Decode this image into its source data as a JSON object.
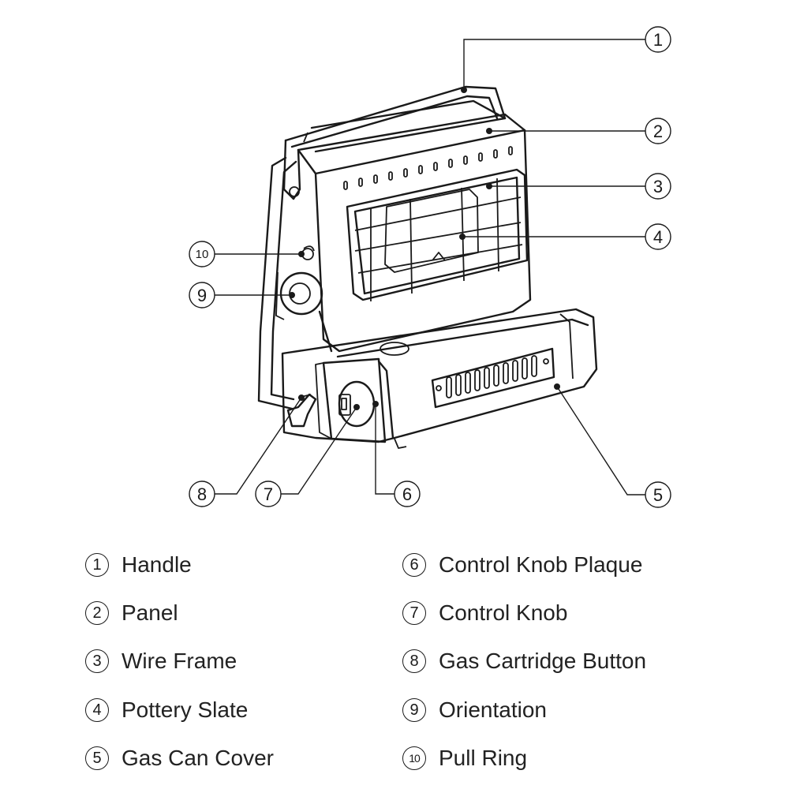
{
  "parts": [
    {
      "number": "1",
      "label": "Handle"
    },
    {
      "number": "2",
      "label": "Panel"
    },
    {
      "number": "3",
      "label": "Wire Frame"
    },
    {
      "number": "4",
      "label": "Pottery Slate"
    },
    {
      "number": "5",
      "label": "Gas Can Cover"
    },
    {
      "number": "6",
      "label": "Control Knob Plaque"
    },
    {
      "number": "7",
      "label": "Control Knob"
    },
    {
      "number": "8",
      "label": "Gas Cartridge Button"
    },
    {
      "number": "9",
      "label": "Orientation"
    },
    {
      "number": "10",
      "label": "Pull Ring"
    }
  ]
}
